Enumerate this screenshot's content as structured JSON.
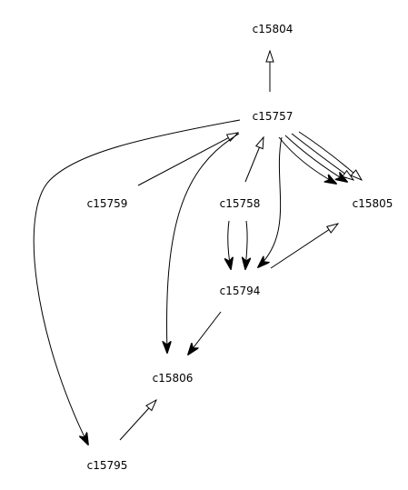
{
  "diagram": {
    "type": "directed-graph",
    "nodes": [
      {
        "id": "c15804",
        "label": "c15804"
      },
      {
        "id": "c15757",
        "label": "c15757"
      },
      {
        "id": "c15759",
        "label": "c15759"
      },
      {
        "id": "c15758",
        "label": "c15758"
      },
      {
        "id": "c15805",
        "label": "c15805"
      },
      {
        "id": "c15794",
        "label": "c15794"
      },
      {
        "id": "c15806",
        "label": "c15806"
      },
      {
        "id": "c15795",
        "label": "c15795"
      }
    ],
    "edges": [
      {
        "id": "e1",
        "from": "c15757",
        "to": "c15804",
        "head": "open"
      },
      {
        "id": "e2",
        "from": "c15759",
        "to": "c15757",
        "head": "open"
      },
      {
        "id": "e3",
        "from": "c15758",
        "to": "c15757",
        "head": "open"
      },
      {
        "id": "e4",
        "from": "c15794",
        "to": "c15805",
        "head": "open"
      },
      {
        "id": "e5",
        "from": "c15795",
        "to": "c15806",
        "head": "open"
      },
      {
        "id": "e6",
        "from": "c15757",
        "to": "c15805",
        "head": "filled"
      },
      {
        "id": "e7",
        "from": "c15757",
        "to": "c15805",
        "head": "filled"
      },
      {
        "id": "e8",
        "from": "c15757",
        "to": "c15805",
        "head": "open"
      },
      {
        "id": "e9",
        "from": "c15757",
        "to": "c15805",
        "head": "open"
      },
      {
        "id": "e10",
        "from": "c15757",
        "to": "c15794",
        "head": "filled"
      },
      {
        "id": "e11",
        "from": "c15757",
        "to": "c15806",
        "head": "filled"
      },
      {
        "id": "e12",
        "from": "c15757",
        "to": "c15795",
        "head": "filled"
      },
      {
        "id": "e13",
        "from": "c15758",
        "to": "c15794",
        "head": "filled"
      },
      {
        "id": "e14",
        "from": "c15758",
        "to": "c15794",
        "head": "filled"
      },
      {
        "id": "e15",
        "from": "c15794",
        "to": "c15806",
        "head": "filled"
      }
    ]
  }
}
